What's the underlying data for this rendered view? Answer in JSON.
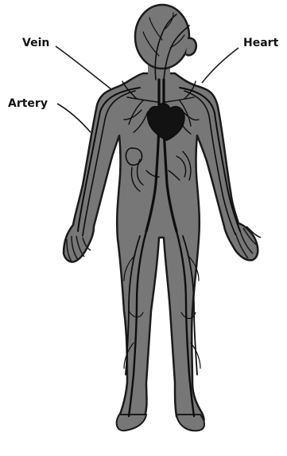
{
  "labels": {
    "vein": "Vein",
    "heart": "Heart",
    "artery": "Artery"
  },
  "colors": {
    "body": "#777777",
    "outline": "#1a1a1a",
    "vessels": "#0d0d0d",
    "heart": "#121212",
    "background": "#ffffff"
  }
}
